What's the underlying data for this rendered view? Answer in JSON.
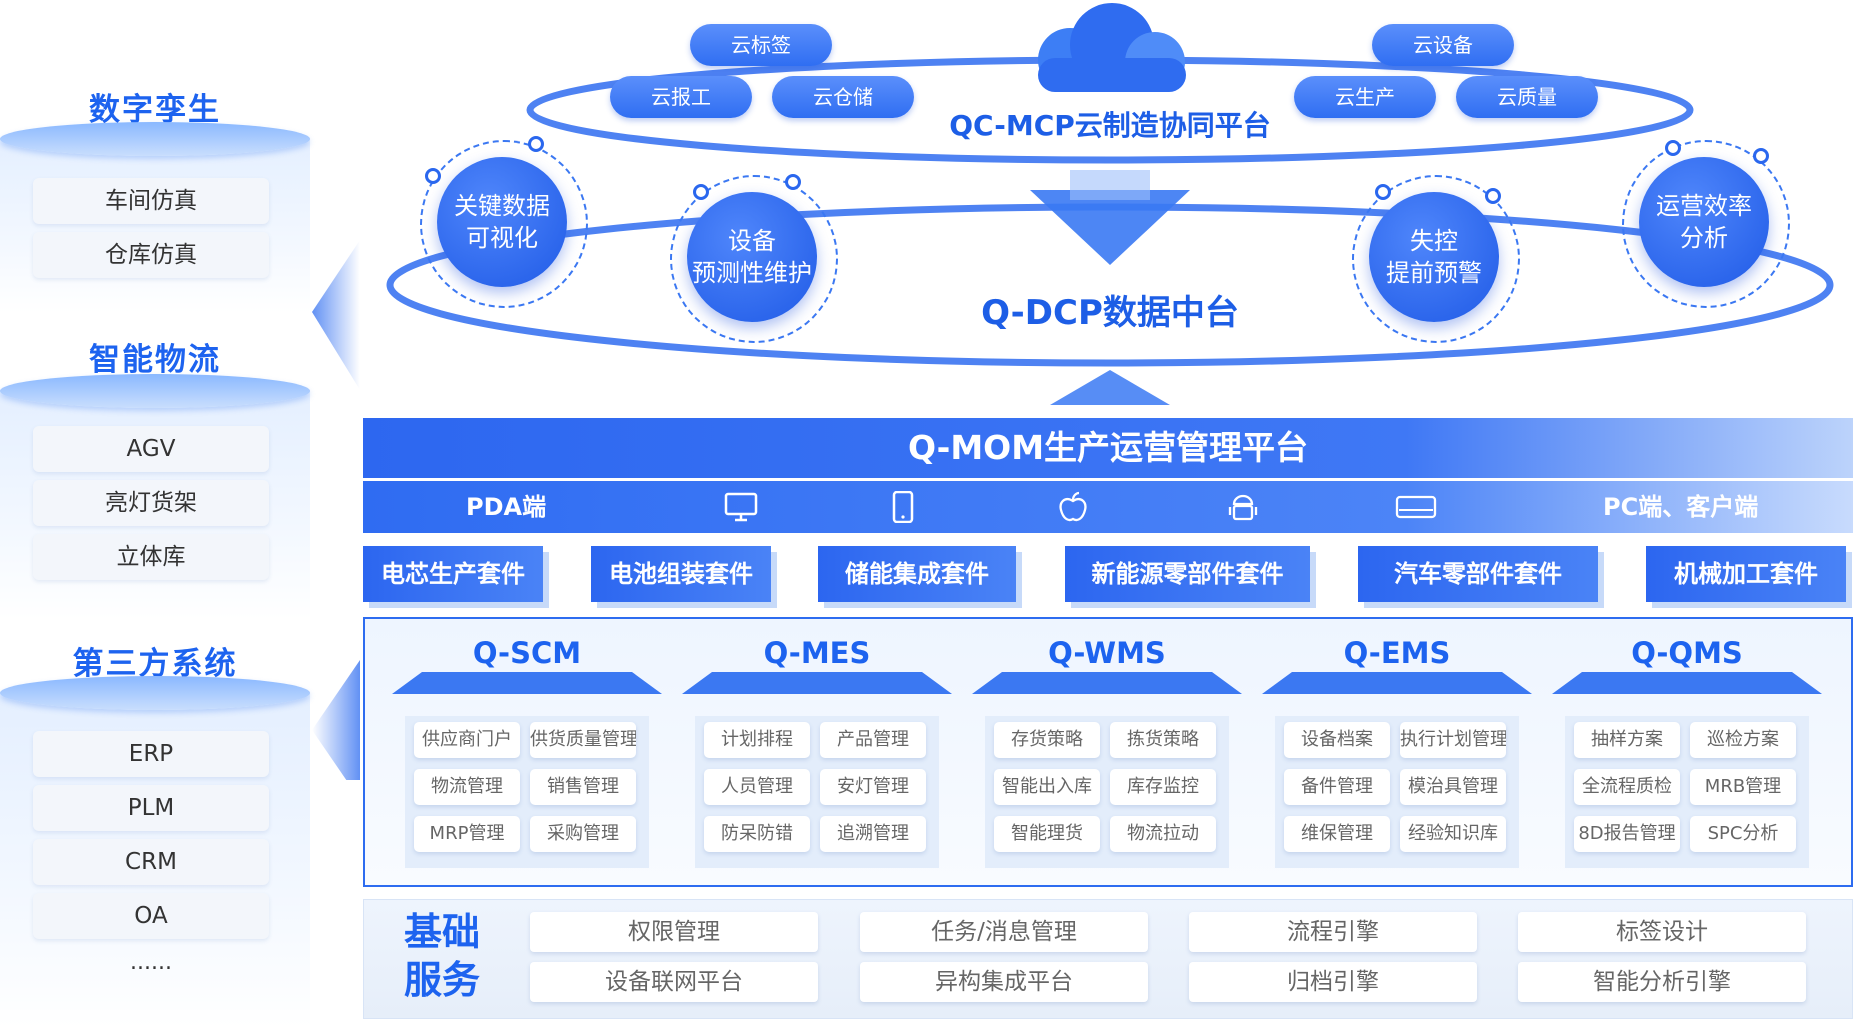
{
  "left_sections": [
    {
      "title": "数字孪生",
      "items": [
        "车间仿真",
        "仓库仿真"
      ]
    },
    {
      "title": "智能物流",
      "items": [
        "AGV",
        "亮灯货架",
        "立体库"
      ]
    },
    {
      "title": "第三方系统",
      "items": [
        "ERP",
        "PLM",
        "CRM",
        "OA",
        "......"
      ]
    }
  ],
  "cloud_platform": {
    "title": "QC-MCP云制造协同平台",
    "pills": [
      "云标签",
      "云报工",
      "云仓储",
      "云设备",
      "云生产",
      "云质量"
    ]
  },
  "data_platform": {
    "title": "Q-DCP数据中台",
    "circles": [
      {
        "line1": "关键数据",
        "line2": "可视化"
      },
      {
        "line1": "设备",
        "line2": "预测性维护"
      },
      {
        "line1": "失控",
        "line2": "提前预警"
      },
      {
        "line1": "运营效率",
        "line2": "分析"
      }
    ]
  },
  "mom": {
    "title": "Q-MOM生产运营管理平台",
    "client_left": "PDA端",
    "client_right": "PC端、客户端",
    "client_icons": [
      "monitor-icon",
      "tablet-icon",
      "apple-icon",
      "android-icon",
      "device-box-icon"
    ]
  },
  "suites": [
    "电芯生产套件",
    "电池组装套件",
    "储能集成套件",
    "新能源零部件套件",
    "汽车零部件套件",
    "机械加工套件"
  ],
  "modules": [
    {
      "title": "Q-SCM",
      "items": [
        "供应商门户",
        "供货质量管理",
        "物流管理",
        "销售管理",
        "MRP管理",
        "采购管理"
      ]
    },
    {
      "title": "Q-MES",
      "items": [
        "计划排程",
        "产品管理",
        "人员管理",
        "安灯管理",
        "防呆防错",
        "追溯管理"
      ]
    },
    {
      "title": "Q-WMS",
      "items": [
        "存货策略",
        "拣货策略",
        "智能出入库",
        "库存监控",
        "智能理货",
        "物流拉动"
      ]
    },
    {
      "title": "Q-EMS",
      "items": [
        "设备档案",
        "执行计划管理",
        "备件管理",
        "模治具管理",
        "维保管理",
        "经验知识库"
      ]
    },
    {
      "title": "Q-QMS",
      "items": [
        "抽样方案",
        "巡检方案",
        "全流程质检",
        "MRB管理",
        "8D报告管理",
        "SPC分析"
      ]
    }
  ],
  "base_service": {
    "title_line1": "基础",
    "title_line2": "服务",
    "items": [
      "权限管理",
      "任务/消息管理",
      "流程引擎",
      "标签设计",
      "设备联网平台",
      "异构集成平台",
      "归档引擎",
      "智能分析引擎"
    ]
  },
  "colors": {
    "primary": "#2d6cf0",
    "title": "#1d63ef"
  }
}
